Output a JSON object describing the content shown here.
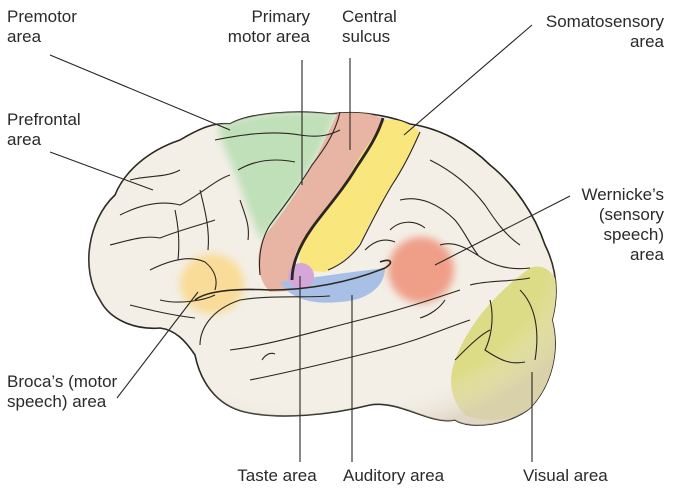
{
  "title": "Functional areas of the cerebral cortex (lateral view)",
  "colors": {
    "brain": "#f3efe6",
    "outline": "#2b2620",
    "premotor": "#bfe0b8",
    "primary_motor": "#e8b4a4",
    "somatosensory": "#f9e77e",
    "prefrontal": "#f3efe6",
    "broca": "#f9dc98",
    "taste": "#d6a6d8",
    "auditory": "#a9c0e6",
    "wernicke": "#ef9f88",
    "visual": "#dcdb86"
  },
  "labels": {
    "premotor": [
      "Premotor",
      "area"
    ],
    "primary_motor": [
      "Primary",
      "motor area"
    ],
    "central_sulcus": [
      "Central",
      "sulcus"
    ],
    "somatosensory": [
      "Somatosensory",
      "area"
    ],
    "prefrontal": [
      "Prefrontal",
      "area"
    ],
    "wernicke": [
      "Wernicke’s",
      "(sensory",
      "speech)",
      "area"
    ],
    "broca": [
      "Broca’s (motor",
      "speech) area"
    ],
    "taste": [
      "Taste area"
    ],
    "auditory": [
      "Auditory area"
    ],
    "visual": [
      "Visual area"
    ]
  }
}
